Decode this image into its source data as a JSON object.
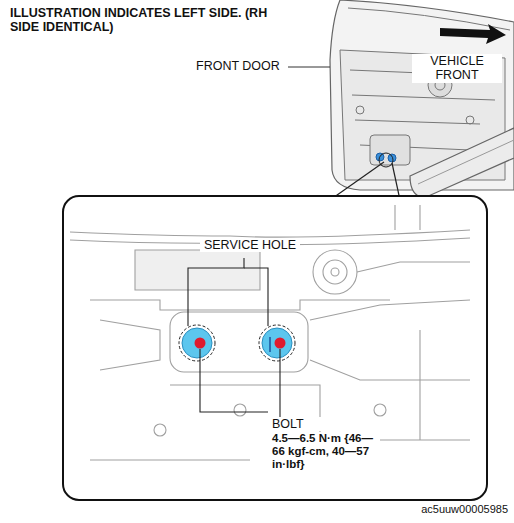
{
  "diagram": {
    "title": "ILLUSTRATION INDICATES LEFT SIDE. (RH SIDE IDENTICAL)",
    "labels": [
      "FRONT DOOR",
      "VEHICLE FRONT",
      "SERVICE HOLE",
      "BOLT",
      "4.5—6.5 N·m {46—66 kgf-cm, 40—57 in·lbf}",
      "ac5uuw00005985"
    ]
  }
}
